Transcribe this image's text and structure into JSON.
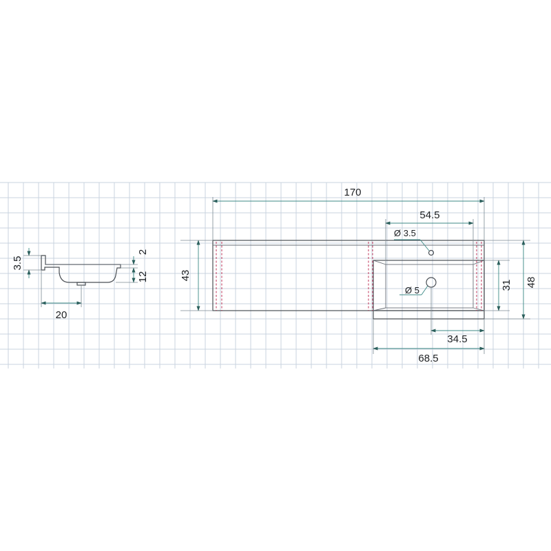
{
  "dimensions": {
    "top_length": "170",
    "bowl_offset": "54.5",
    "tap_hole": "Ø 3.5",
    "drain_hole": "Ø 5",
    "depth_left": "43",
    "bowl_depth": "31",
    "depth_right": "48",
    "drain_offset": "34.5",
    "bowl_width": "68.5",
    "side_backsplash": "3.5",
    "side_thickness": "2",
    "side_bowl_height": "12",
    "side_drain_offset": "20"
  },
  "colors": {
    "grid": "#c9d3df",
    "outline": "#4a4f55",
    "dimension_line": "#3c8a86",
    "hidden_line": "#c0365a"
  }
}
